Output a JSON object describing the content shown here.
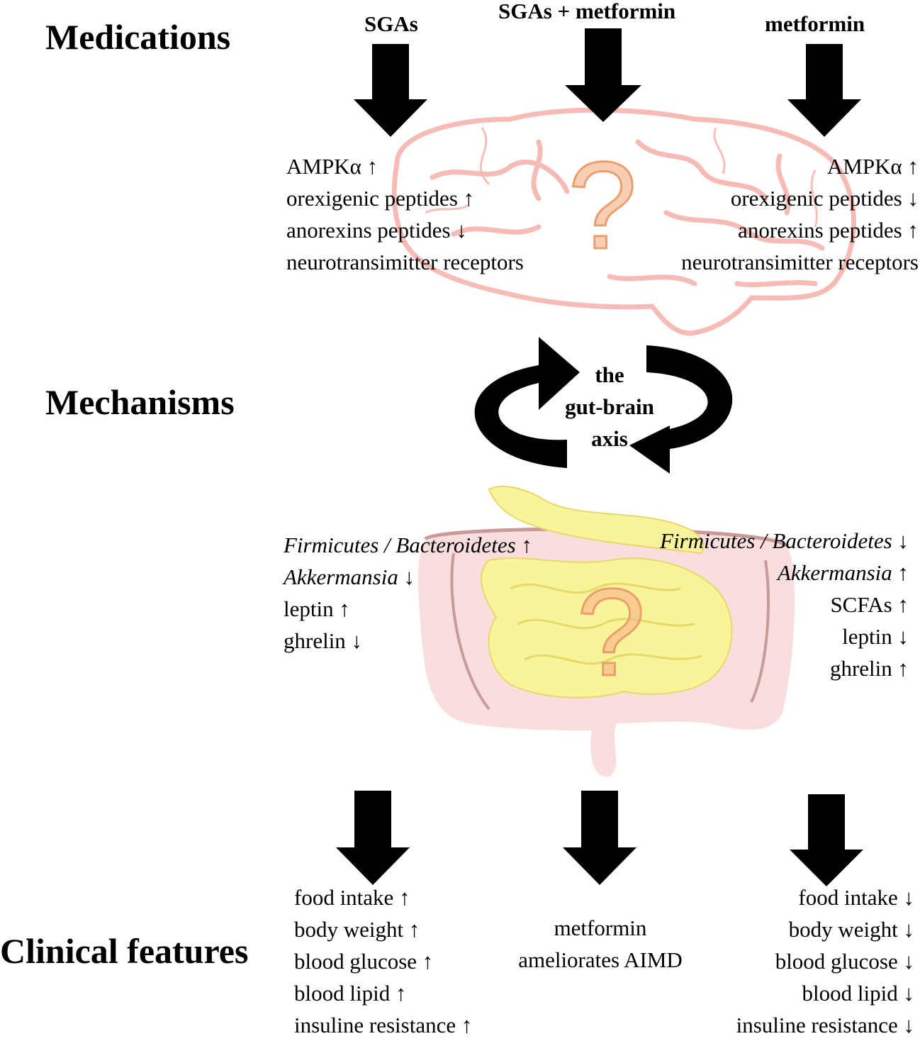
{
  "sections": {
    "medications": "Medications",
    "mechanisms": "Mechanisms",
    "clinical": "Clinical features"
  },
  "medications": {
    "left": "SGAs",
    "center": "SGAs + metformin",
    "right": "metformin"
  },
  "brain": {
    "question": "?",
    "left": [
      "AMPKα ↑",
      "orexigenic peptides ↑",
      "anorexins peptides ↓",
      "neurotransimitter receptors"
    ],
    "right": [
      "AMPKα ↑",
      "orexigenic peptides ↓",
      "anorexins peptides ↑",
      "neurotransimitter receptors"
    ]
  },
  "axis": {
    "lines": [
      "the",
      "gut-brain",
      "axis"
    ]
  },
  "gut": {
    "question": "?",
    "left": [
      {
        "label": "Firmicutes / Bacteroidetes",
        "arrow": " ↑"
      },
      {
        "label": "Akkermansia",
        "arrow": " ↓"
      },
      {
        "label": "leptin",
        "arrow": " ↑"
      },
      {
        "label": "ghrelin",
        "arrow": " ↓"
      }
    ],
    "right": [
      {
        "label": "Firmicutes / Bacteroidetes",
        "arrow": " ↓"
      },
      {
        "label": "Akkermansia",
        "arrow": " ↑"
      },
      {
        "label": "SCFAs",
        "arrow": " ↑"
      },
      {
        "label": "leptin",
        "arrow": " ↓"
      },
      {
        "label": "ghrelin",
        "arrow": " ↑"
      }
    ]
  },
  "clinical": {
    "left": [
      "food intake ↑",
      "body weight ↑",
      "blood glucose ↑",
      "blood lipid ↑",
      "insuline resistance ↑"
    ],
    "center": [
      "metformin",
      "ameliorates AIMD"
    ],
    "right": [
      "food intake ↓",
      "body weight ↓",
      "blood glucose ↓",
      "blood lipid ↓",
      "insuline resistance ↓"
    ]
  },
  "colors": {
    "brain_outline": "#f4b0a8",
    "question_mark": "#f5b58a",
    "gut_yellow": "#f9f39a",
    "gut_pink": "#f5c3c3",
    "arrow": "#000000"
  }
}
